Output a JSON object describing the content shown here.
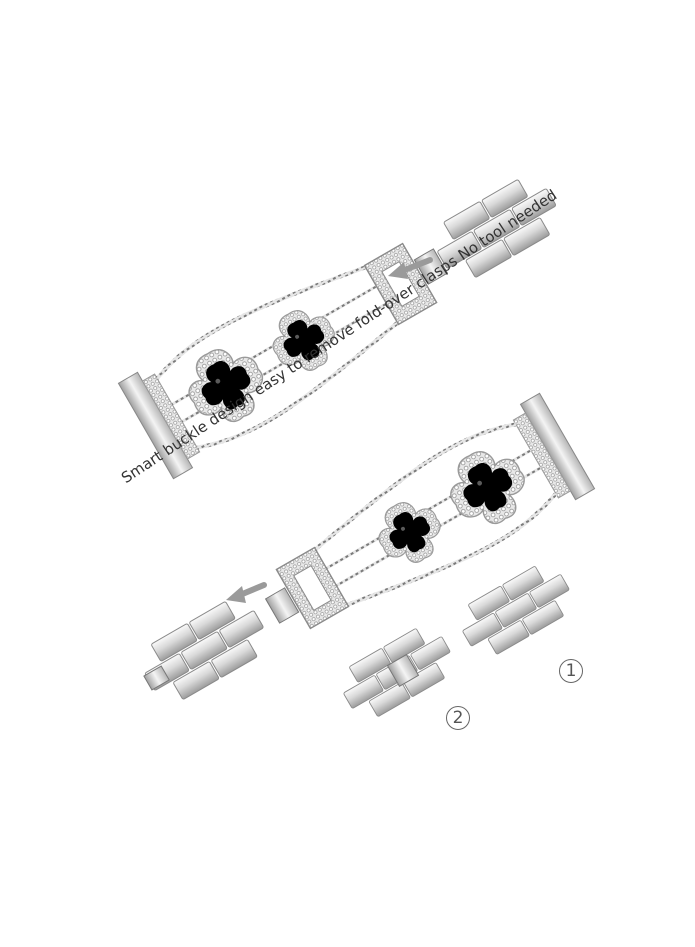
{
  "caption": "Smart buckle design easy to remove fold-over clasps No tool needed",
  "step_markers": [
    "1",
    "2"
  ],
  "colors": {
    "metal": "#cfcfcf",
    "metal_light": "#f2f2f2",
    "metal_dark": "#8a8a8a",
    "gem": "#000000",
    "arrow": "#9a9a9a"
  }
}
